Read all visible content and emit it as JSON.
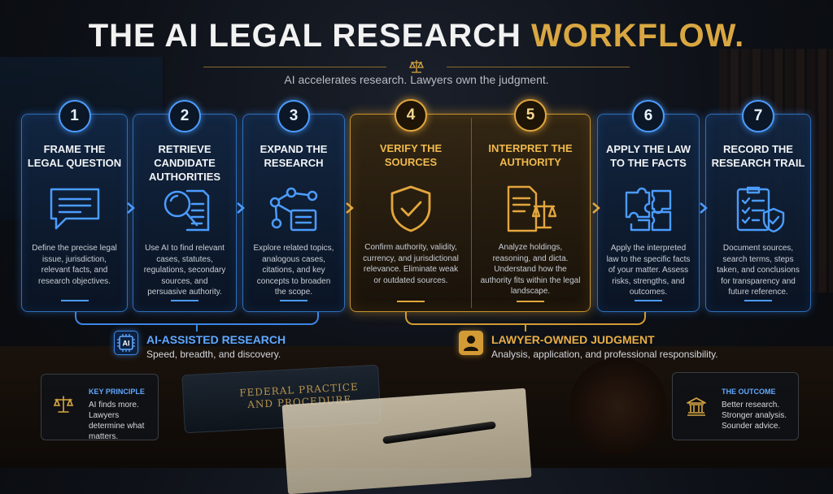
{
  "title": {
    "main": "THE AI LEGAL RESEARCH",
    "accent": "WORKFLOW."
  },
  "subtitle": "AI accelerates research. Lawyers own the judgment.",
  "steps": [
    {
      "number": "1",
      "title": "FRAME THE LEGAL QUESTION",
      "description": "Define the precise legal issue, jurisdiction, relevant facts, and research objectives.",
      "icon": "chat-bubble-icon",
      "group": "ai"
    },
    {
      "number": "2",
      "title": "RETRIEVE CANDIDATE AUTHORITIES",
      "description": "Use AI to find relevant cases, statutes, regulations, secondary sources, and persuasive authority.",
      "icon": "magnifier-document-icon",
      "group": "ai"
    },
    {
      "number": "3",
      "title": "EXPAND THE RESEARCH",
      "description": "Explore related topics, analogous cases, citations, and key concepts to broaden the scope.",
      "icon": "network-icon",
      "group": "ai"
    },
    {
      "number": "4",
      "title": "VERIFY THE SOURCES",
      "description": "Confirm authority, validity, currency, and jurisdictional relevance. Eliminate weak or outdated sources.",
      "icon": "shield-check-icon",
      "group": "lawyer"
    },
    {
      "number": "5",
      "title": "INTERPRET THE AUTHORITY",
      "description": "Analyze holdings, reasoning, and dicta. Understand how the authority fits within the legal landscape.",
      "icon": "document-scales-icon",
      "group": "lawyer"
    },
    {
      "number": "6",
      "title": "APPLY THE LAW TO THE FACTS",
      "description": "Apply the interpreted law to the specific facts of your matter. Assess risks, strengths, and outcomes.",
      "icon": "puzzle-icon",
      "group": "lawyer"
    },
    {
      "number": "7",
      "title": "RECORD THE RESEARCH TRAIL",
      "description": "Document sources, search terms, steps taken, and conclusions for transparency and future reference.",
      "icon": "checklist-shield-icon",
      "group": "lawyer"
    }
  ],
  "categories": {
    "ai": {
      "title": "AI-ASSISTED RESEARCH",
      "subtitle": "Speed, breadth, and discovery.",
      "icon_label": "AI",
      "icon": "ai-chip-icon",
      "color": "#3b86e6"
    },
    "lawyer": {
      "title": "LAWYER-OWNED JUDGMENT",
      "subtitle": "Analysis, application, and professional responsibility.",
      "icon": "person-icon",
      "color": "#d39b35"
    }
  },
  "key_principle": {
    "title": "KEY PRINCIPLE",
    "text": "AI finds more. Lawyers determine what matters.",
    "icon": "scales-icon"
  },
  "outcome": {
    "title": "THE OUTCOME",
    "lines": [
      "Better research.",
      "Stronger analysis.",
      "Sounder advice."
    ],
    "icon": "courthouse-icon"
  },
  "scene": {
    "book_title": "FEDERAL PRACTICE AND PROCEDURE"
  },
  "colors": {
    "blue_accent": "#4b9cff",
    "gold_accent": "#e3a63d",
    "background": "#0d1016"
  }
}
